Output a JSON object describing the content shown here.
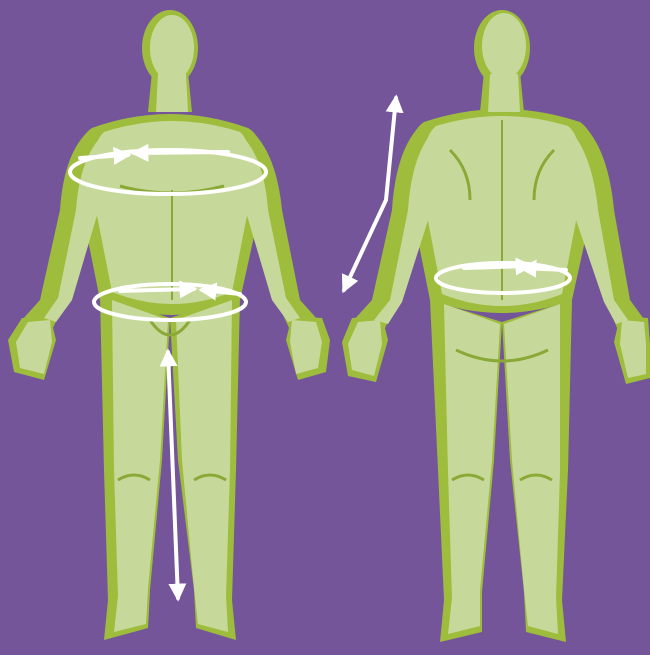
{
  "colors": {
    "background": "#74559a",
    "body_dark": "#9fbd3c",
    "body_light": "#c7d99a",
    "shade": "#8aa936",
    "marker": "#ffffff"
  },
  "figures": [
    {
      "view": "front",
      "measurements": [
        "chest-circumference",
        "hip-circumference",
        "inseam-length"
      ]
    },
    {
      "view": "back",
      "measurements": [
        "waist-circumference",
        "sleeve-length"
      ]
    }
  ],
  "icons": [
    "double-arrow-icon",
    "measuring-loop-icon"
  ]
}
